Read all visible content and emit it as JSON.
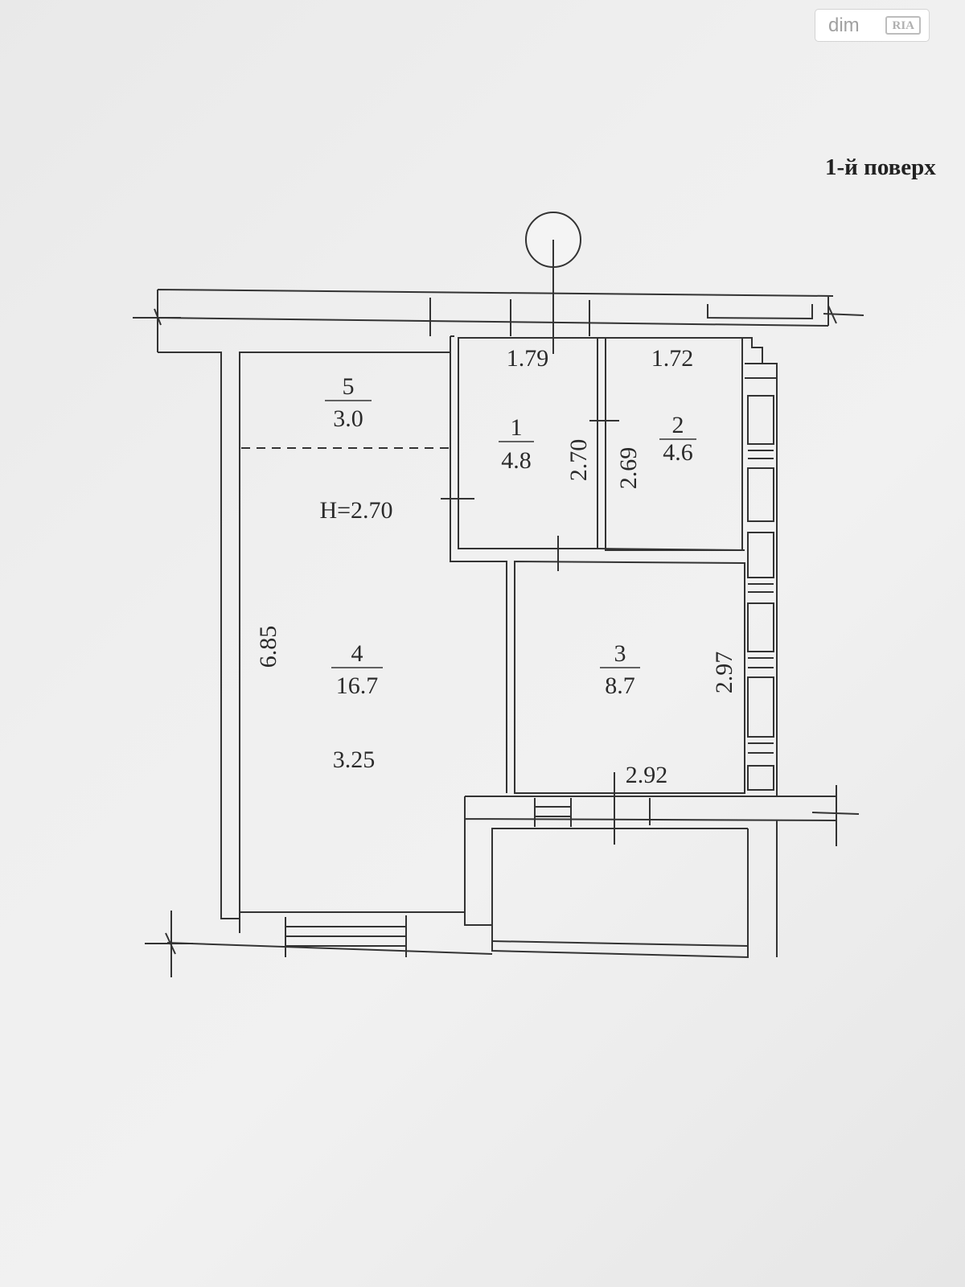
{
  "logo": {
    "text": "dim",
    "badge": "RIA"
  },
  "floor_label": "1-й поверх",
  "rooms": [
    {
      "number": "1",
      "area": "4.8"
    },
    {
      "number": "2",
      "area": "4.6"
    },
    {
      "number": "3",
      "area": "8.7"
    },
    {
      "number": "4",
      "area": "16.7"
    },
    {
      "number": "5",
      "area": "3.0"
    }
  ],
  "ceiling_height": "H=2.70",
  "dimensions": {
    "room1_width": "1.79",
    "room2_width": "1.72",
    "room1_depth": "2.70",
    "room2_depth": "2.69",
    "room4_length": "6.85",
    "room4_width": "3.25",
    "room3_length": "2.97",
    "room3_width": "2.92"
  },
  "colors": {
    "ink": "#333333",
    "paper": "#ececec"
  }
}
